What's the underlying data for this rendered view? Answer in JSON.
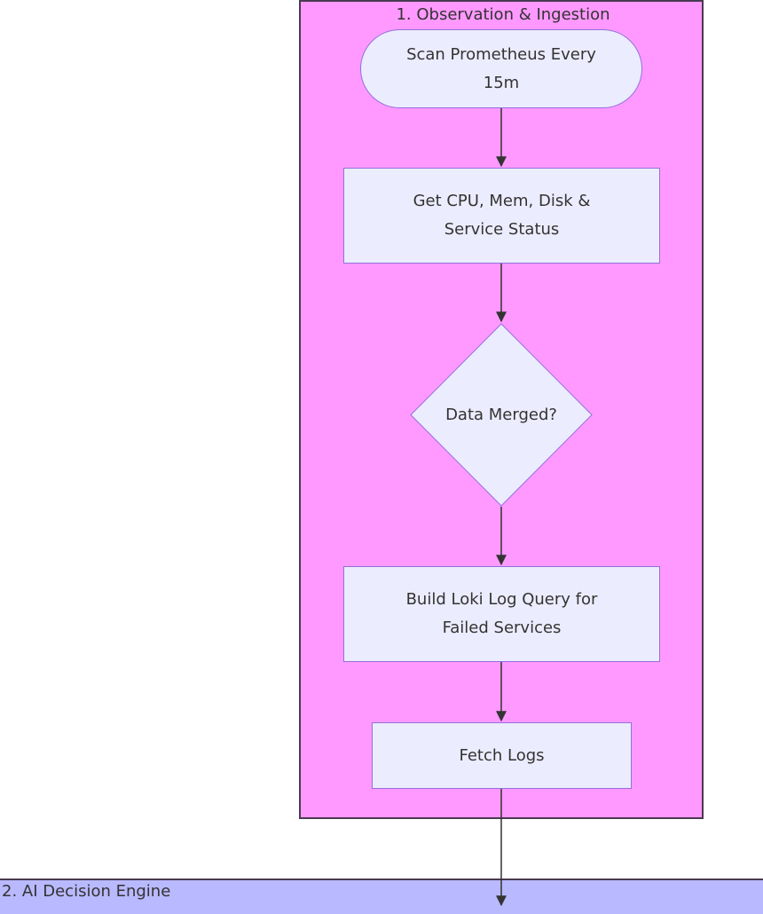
{
  "diagram": {
    "subgraphs": [
      {
        "id": "observation",
        "title": "1. Observation & Ingestion",
        "fill": "#ff99ff"
      },
      {
        "id": "ai-engine",
        "title": "2. AI Decision Engine",
        "fill": "#b9b9ff"
      }
    ],
    "nodes": {
      "scan": {
        "text": "Scan Prometheus Every\n15m",
        "shape": "stadium"
      },
      "get_metrics": {
        "text": "Get CPU, Mem, Disk &\nService Status",
        "shape": "rect"
      },
      "merged": {
        "text": "Data Merged?",
        "shape": "diamond"
      },
      "build_query": {
        "text": "Build Loki Log Query for\nFailed Services",
        "shape": "rect"
      },
      "fetch_logs": {
        "text": "Fetch Logs",
        "shape": "rect"
      }
    },
    "colors": {
      "node_fill": "#ececff",
      "node_border": "#9370db",
      "edge": "#333333",
      "subgraph_border": "#4a3a52"
    }
  }
}
